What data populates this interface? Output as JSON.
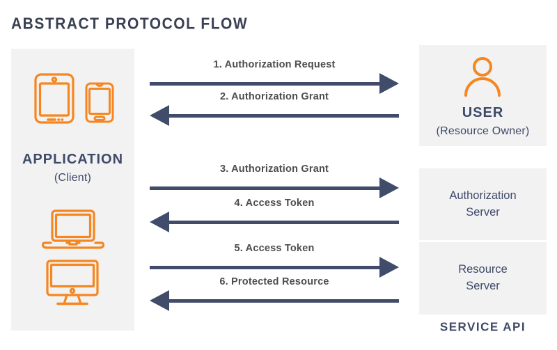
{
  "title": "ABSTRACT PROTOCOL FLOW",
  "colors": {
    "navy_arrow": "#404C69",
    "navy_text": "#3E4A68",
    "orange_accent": "#F6861F",
    "box_background": "#F2F2F3",
    "message_label_grey": "#4D4D4D"
  },
  "application": {
    "name": "APPLICATION",
    "subtitle": "(Client)",
    "icons": [
      "tablet-icon",
      "smartphone-icon",
      "laptop-icon",
      "desktop-icon"
    ]
  },
  "user": {
    "name": "USER",
    "subtitle": "(Resource Owner)",
    "icon": "person-icon"
  },
  "servers": [
    {
      "label": "Authorization Server"
    },
    {
      "label": "Resource Server"
    }
  ],
  "service_api_label": "SERVICE API",
  "messages": [
    {
      "label": "1. Authorization Request",
      "direction": "right",
      "from": "application",
      "to": "user"
    },
    {
      "label": "2. Authorization Grant",
      "direction": "left",
      "from": "user",
      "to": "application"
    },
    {
      "label": "3. Authorization Grant",
      "direction": "right",
      "from": "application",
      "to": "authorization-server"
    },
    {
      "label": "4. Access Token",
      "direction": "left",
      "from": "authorization-server",
      "to": "application"
    },
    {
      "label": "5. Access Token",
      "direction": "right",
      "from": "application",
      "to": "resource-server"
    },
    {
      "label": "6. Protected Resource",
      "direction": "left",
      "from": "resource-server",
      "to": "application"
    }
  ]
}
